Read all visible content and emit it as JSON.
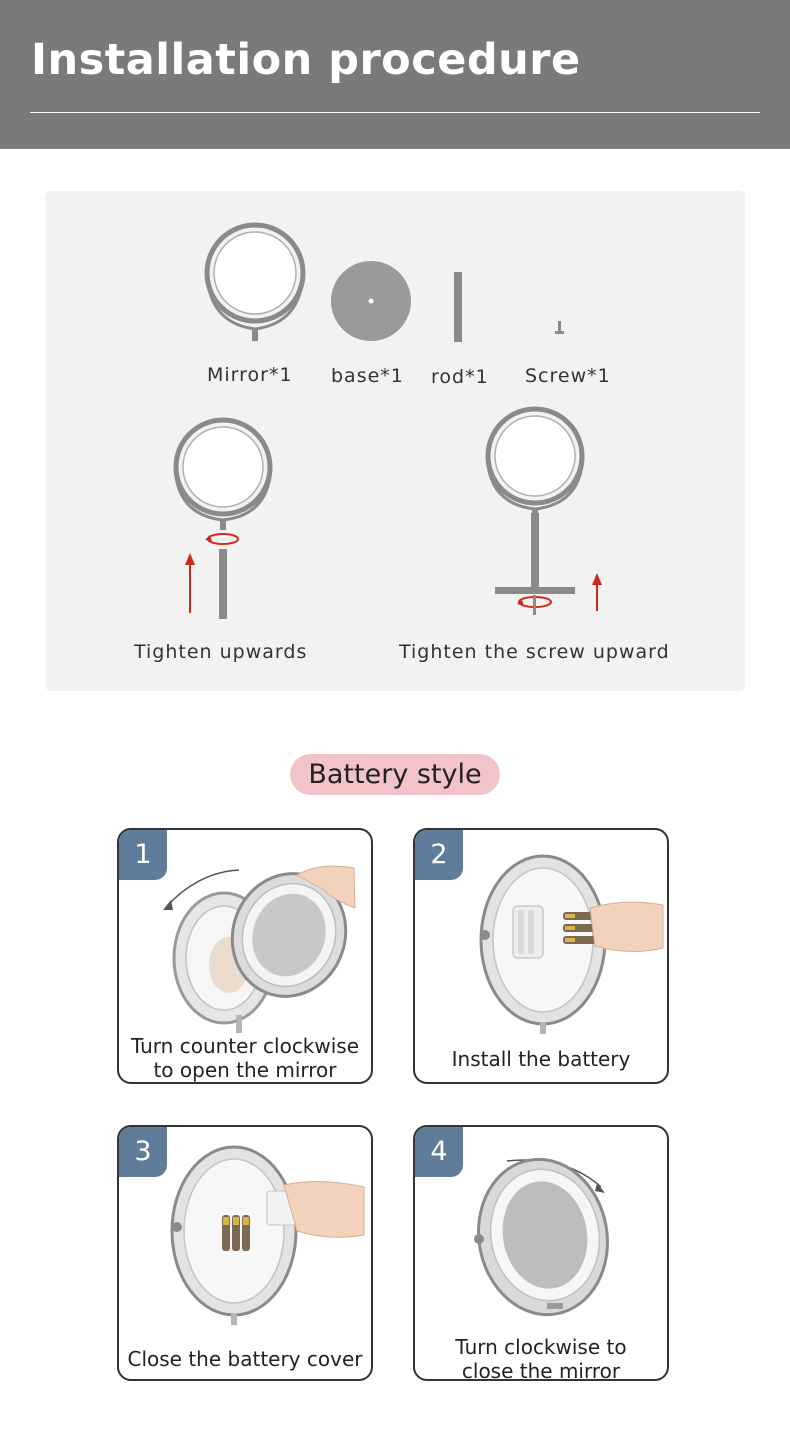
{
  "header": {
    "title": "Installation procedure"
  },
  "parts": [
    {
      "label": "Mirror*1"
    },
    {
      "label": "base*1"
    },
    {
      "label": "rod*1"
    },
    {
      "label": "Screw*1"
    }
  ],
  "steps": [
    {
      "label": "Tighten upwards"
    },
    {
      "label": "Tighten the screw upward"
    }
  ],
  "battery_section": {
    "title": "Battery style"
  },
  "cards": [
    {
      "number": "1",
      "caption_lines": [
        "Turn counter clockwise",
        "to open the mirror"
      ]
    },
    {
      "number": "2",
      "caption_lines": [
        "Install the battery"
      ]
    },
    {
      "number": "3",
      "caption_lines": [
        "Close the battery cover"
      ]
    },
    {
      "number": "4",
      "caption_lines": [
        "Turn clockwise to",
        "close the mirror"
      ]
    }
  ],
  "colors": {
    "header_bg": "#7a7a7a",
    "panel_bg": "#f2f2f2",
    "pill_bg": "#f2c3c9",
    "badge_bg": "#5f7c9a",
    "arrow_red": "#cc2a1e"
  }
}
